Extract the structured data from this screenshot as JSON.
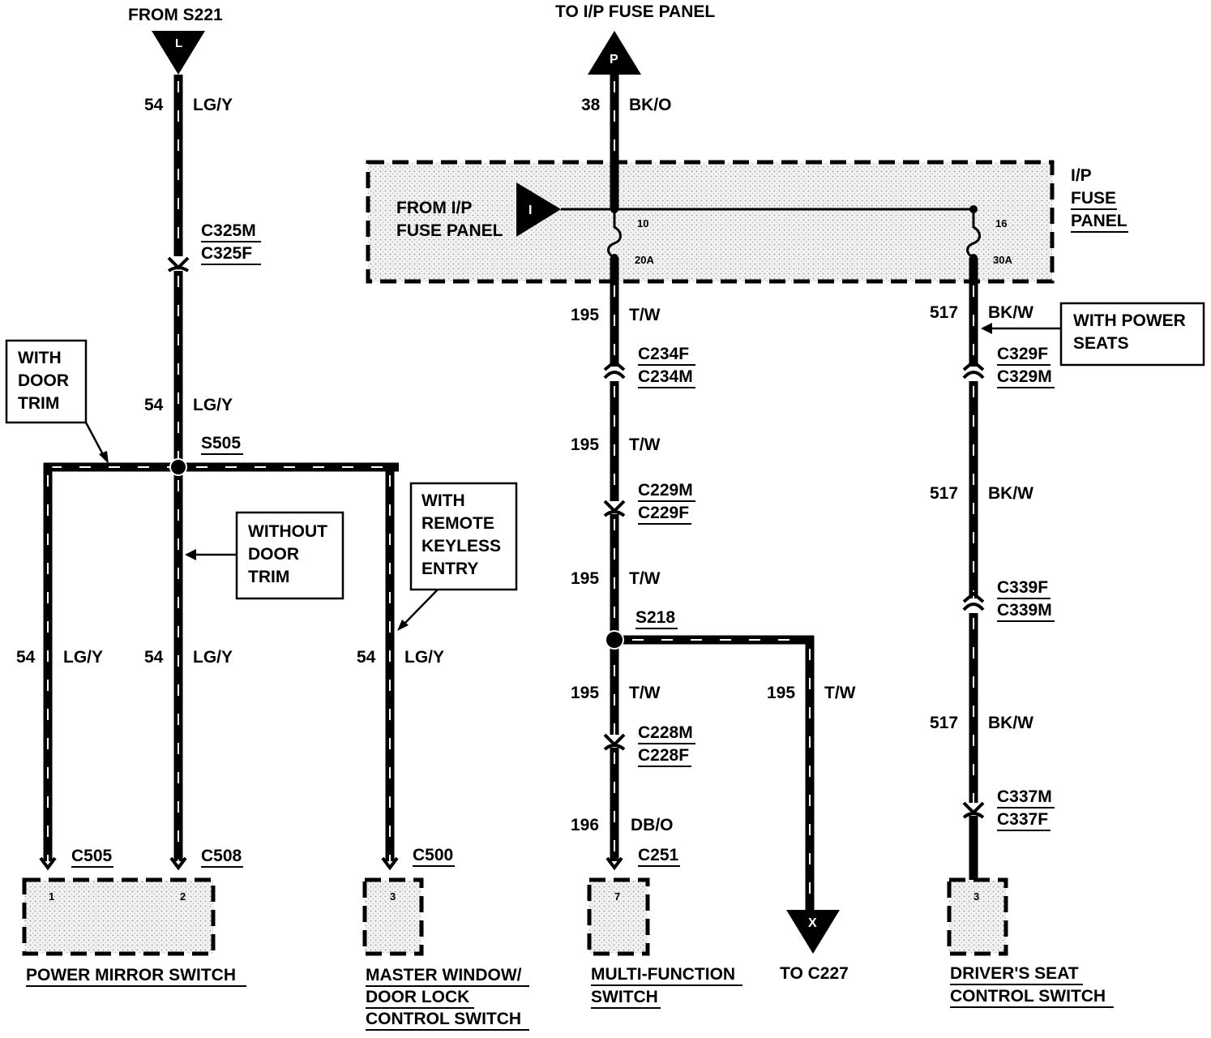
{
  "top_labels": {
    "from_s221": "FROM S221",
    "to_ip_fuse_panel": "TO I/P FUSE PANEL"
  },
  "connectors_arrow": {
    "L": "L",
    "P": "P",
    "I": "I",
    "X": "X"
  },
  "fuse_panel": {
    "title_line1": "I/P",
    "title_line2": "FUSE",
    "title_line3": "PANEL",
    "from_line1": "FROM I/P",
    "from_line2": "FUSE PANEL",
    "fuse1_num": "10",
    "fuse1_amp": "20A",
    "fuse2_num": "16",
    "fuse2_amp": "30A"
  },
  "left_circuit": {
    "c1_num": "54",
    "c1_color": "LG/Y",
    "conn_top_m": "C325M",
    "conn_top_f": "C325F",
    "c2_num": "54",
    "c2_color": "LG/Y",
    "splice": "S505",
    "b1_num": "54",
    "b1_color": "LG/Y",
    "b2_num": "54",
    "b2_color": "LG/Y",
    "b3_num": "54",
    "b3_color": "LG/Y",
    "c505": "C505",
    "c508": "C508",
    "c500": "C500",
    "pin1": "1",
    "pin2": "2",
    "pin3": "3"
  },
  "notes": {
    "with_door_trim": [
      "WITH",
      "DOOR",
      "TRIM"
    ],
    "without_door_trim": [
      "WITHOUT",
      "DOOR",
      "TRIM"
    ],
    "with_rke": [
      "WITH",
      "REMOTE",
      "KEYLESS",
      "ENTRY"
    ],
    "with_power_seats": [
      "WITH POWER",
      "SEATS"
    ]
  },
  "middle_circuit": {
    "top_num": "38",
    "top_color": "BK/O",
    "w1_num": "195",
    "w1_color": "T/W",
    "c234f": "C234F",
    "c234m": "C234M",
    "w2_num": "195",
    "w2_color": "T/W",
    "c229m": "C229M",
    "c229f": "C229F",
    "w3_num": "195",
    "w3_color": "T/W",
    "splice": "S218",
    "w4_num": "195",
    "w4_color": "T/W",
    "c228m": "C228M",
    "c228f": "C228F",
    "w5_num": "196",
    "w5_color": "DB/O",
    "c251": "C251",
    "pin7": "7",
    "branch_num": "195",
    "branch_color": "T/W",
    "to_c227": "TO C227"
  },
  "right_circuit": {
    "w1_num": "517",
    "w1_color": "BK/W",
    "c329f": "C329F",
    "c329m": "C329M",
    "w2_num": "517",
    "w2_color": "BK/W",
    "c339f": "C339F",
    "c339m": "C339M",
    "w3_num": "517",
    "w3_color": "BK/W",
    "c337m": "C337M",
    "c337f": "C337F",
    "pin3": "3"
  },
  "components": {
    "power_mirror": "POWER MIRROR SWITCH",
    "master_window_l1": "MASTER WINDOW/",
    "master_window_l2": "DOOR LOCK",
    "master_window_l3": "CONTROL SWITCH",
    "multi_l1": "MULTI-FUNCTION",
    "multi_l2": "SWITCH",
    "drivers_l1": "DRIVER'S SEAT",
    "drivers_l2": "CONTROL SWITCH"
  }
}
